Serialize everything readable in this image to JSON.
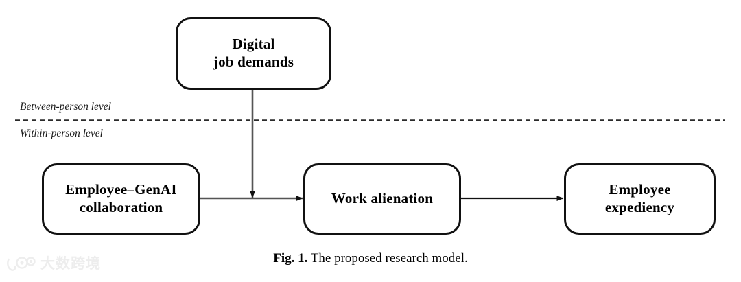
{
  "figure": {
    "caption_prefix": "Fig. 1.",
    "caption_text": "The proposed research model."
  },
  "levels": {
    "between": "Between-person level",
    "within": "Within-person level"
  },
  "nodes": [
    {
      "id": "digital-job-demands",
      "label": "Digital\njob demands"
    },
    {
      "id": "employee-genai",
      "label": "Employee–GenAI\ncollaboration"
    },
    {
      "id": "work-alienation",
      "label": "Work alienation"
    },
    {
      "id": "employee-expediency",
      "label": "Employee\nexpediency"
    }
  ],
  "node_labels": {
    "digital_job_demands_line1": "Digital",
    "digital_job_demands_line2": "job demands",
    "employee_genai_line1": "Employee–GenAI",
    "employee_genai_line2": "collaboration",
    "work_alienation": "Work alienation",
    "employee_expediency_line1": "Employee",
    "employee_expediency_line2": "expediency"
  },
  "watermark": {
    "text": "大数跨境",
    "logo": "hundred-mark-logo"
  },
  "diagram_data": {
    "type": "path-diagram",
    "edges": [
      {
        "from": "employee-genai",
        "to": "work-alienation",
        "style": "solid",
        "arrow": "single",
        "kind": "direct-effect"
      },
      {
        "from": "work-alienation",
        "to": "employee-expediency",
        "style": "solid",
        "arrow": "single",
        "kind": "direct-effect"
      },
      {
        "from": "digital-job-demands",
        "to": "employee-genai -> work-alienation",
        "style": "solid",
        "arrow": "single",
        "kind": "moderation"
      }
    ],
    "separator": {
      "style": "dashed",
      "above_label": "Between-person level",
      "below_label": "Within-person level"
    }
  },
  "colors": {
    "stroke": "#111111",
    "background": "#ffffff",
    "watermark": "#ededed"
  }
}
